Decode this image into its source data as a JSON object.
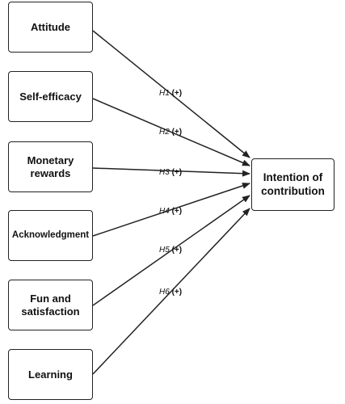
{
  "constructs": {
    "attitude": "Attitude",
    "self_efficacy": "Self-efficacy",
    "monetary_rewards": "Monetary\nrewards",
    "acknowledgment": "Acknowledgment",
    "fun_satisfaction": "Fun and\nsatisfaction",
    "learning": "Learning"
  },
  "outcome": "Intention of\ncontribution",
  "hypotheses": [
    {
      "id": "H1",
      "sign": "(+)"
    },
    {
      "id": "H2",
      "sign": "(+)"
    },
    {
      "id": "H3",
      "sign": "(+)"
    },
    {
      "id": "H4",
      "sign": "(+)"
    },
    {
      "id": "H5",
      "sign": "(+)"
    },
    {
      "id": "H6",
      "sign": "(+)"
    }
  ],
  "colors": {
    "stroke": "#222222"
  }
}
